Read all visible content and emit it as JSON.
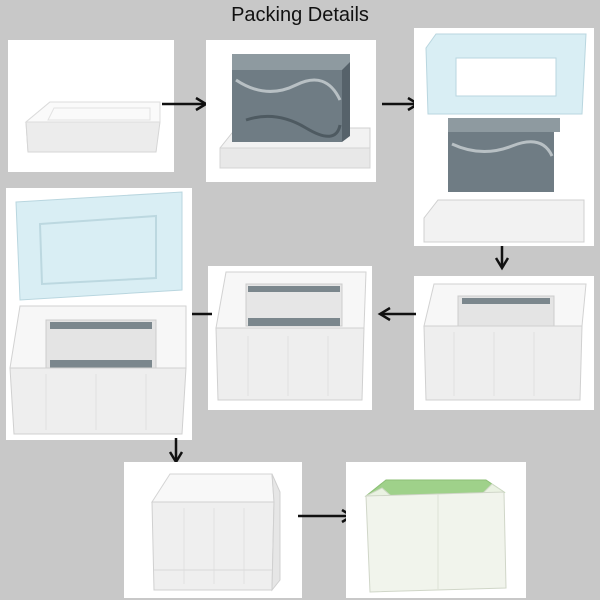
{
  "title": "Packing Details",
  "colors": {
    "background": "#c8c8c8",
    "foam": "#f3f3f3",
    "foam_blue": "#d9eef4",
    "marble": "#7d8a90",
    "lining_green": "#9fd18a",
    "arrow": "#111111"
  },
  "steps": [
    {
      "name": "foam-base"
    },
    {
      "name": "marble-box-on-foam-base"
    },
    {
      "name": "foam-frame-over-box"
    },
    {
      "name": "foam-block-around-box"
    },
    {
      "name": "box-inside-foam-top-view"
    },
    {
      "name": "box-inside-foam-with-lid"
    },
    {
      "name": "wrapped-foam-package"
    },
    {
      "name": "carton-box"
    }
  ]
}
